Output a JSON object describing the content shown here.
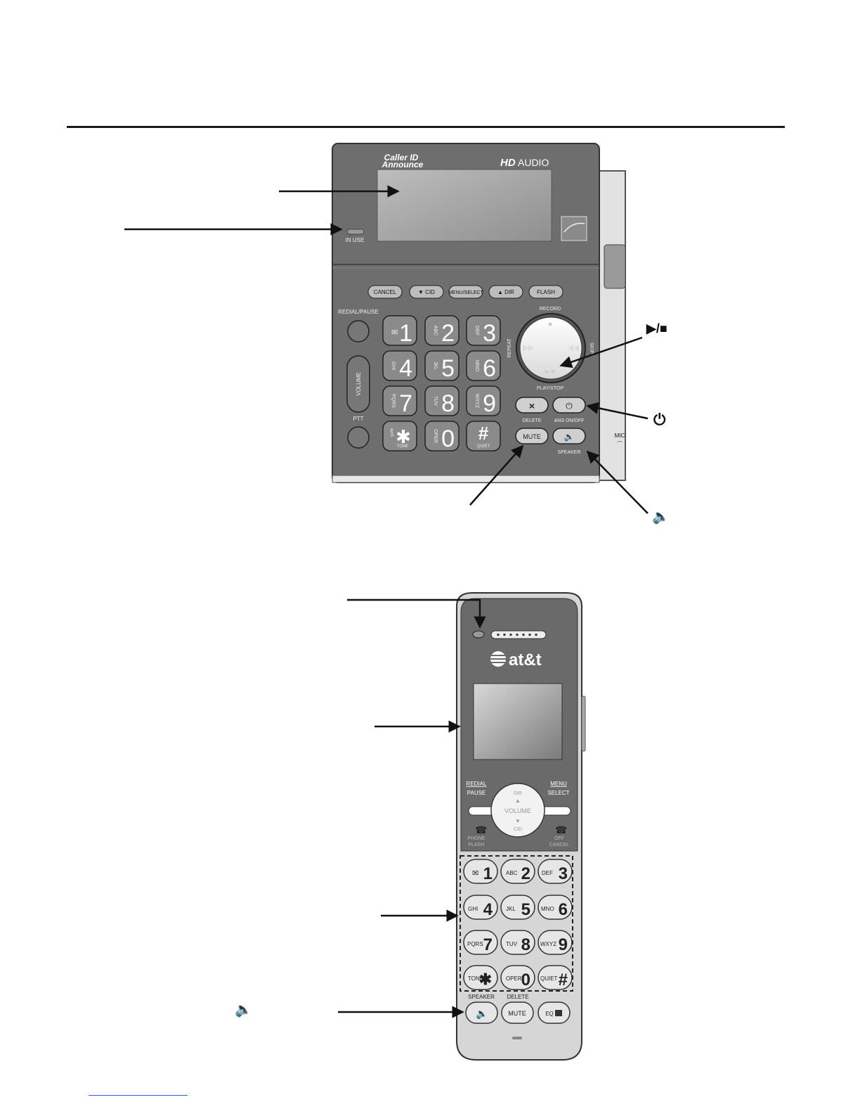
{
  "base": {
    "brand_caller_id": "Caller ID",
    "brand_announce": "Announce",
    "brand_hd": "HD",
    "brand_audio": "AUDIO",
    "in_use_label": "IN USE",
    "soft_keys": [
      "CANCEL",
      "▼ CID",
      "MENU/SELECT",
      "▲ DIR",
      "FLASH"
    ],
    "redial_label": "REDIAL/PAUSE",
    "volume_label": "VOLUME",
    "ptt_label": "PTT",
    "keys": [
      {
        "digit": "1",
        "letters": "✉"
      },
      {
        "digit": "2",
        "letters": "ABC"
      },
      {
        "digit": "3",
        "letters": "DEF"
      },
      {
        "digit": "4",
        "letters": "GHI"
      },
      {
        "digit": "5",
        "letters": "JKL"
      },
      {
        "digit": "6",
        "letters": "MNO"
      },
      {
        "digit": "7",
        "letters": "PQRS"
      },
      {
        "digit": "8",
        "letters": "TUV"
      },
      {
        "digit": "9",
        "letters": "WXYZ"
      },
      {
        "digit": "✱",
        "letters": "a⇄A"
      },
      {
        "digit": "0",
        "letters": "OPER"
      },
      {
        "digit": "#",
        "letters": ""
      }
    ],
    "tone_label": "TONE",
    "quiet_label": "QUIET",
    "dial_record": "RECORD",
    "dial_repeat": "REPEAT",
    "dial_skip": "SKIP",
    "dial_play_stop": "PLAY/STOP",
    "delete_label": "DELETE",
    "ans_label": "ANS ON/OFF",
    "mute_label": "MUTE",
    "speaker_label": "SPEAKER",
    "mic_label": "MIC"
  },
  "callouts": {
    "play_stop": "▶/■",
    "power": "⏻",
    "speaker": "🔈"
  },
  "handset": {
    "brand": "at&t",
    "redial": "REDIAL",
    "pause": "PAUSE",
    "menu": "MENU",
    "select": "SELECT",
    "dir": "DIR",
    "volume": "VOLUME",
    "cid": "CID",
    "phone": "PHONE",
    "flash": "FLASH",
    "off": "OFF",
    "cancel": "CANCEL",
    "keys": [
      {
        "digit": "1",
        "letters": "✉"
      },
      {
        "digit": "2",
        "letters": "ABC"
      },
      {
        "digit": "3",
        "letters": "DEF"
      },
      {
        "digit": "4",
        "letters": "GHI"
      },
      {
        "digit": "5",
        "letters": "JKL"
      },
      {
        "digit": "6",
        "letters": "MNO"
      },
      {
        "digit": "7",
        "letters": "PQRS"
      },
      {
        "digit": "8",
        "letters": "TUV"
      },
      {
        "digit": "9",
        "letters": "WXYZ"
      },
      {
        "digit": "✱",
        "letters": "TONE"
      },
      {
        "digit": "0",
        "letters": "OPER"
      },
      {
        "digit": "#",
        "letters": "QUIET"
      }
    ],
    "speaker": "SPEAKER",
    "delete": "DELETE",
    "mute": "MUTE",
    "eq": "EQ"
  }
}
